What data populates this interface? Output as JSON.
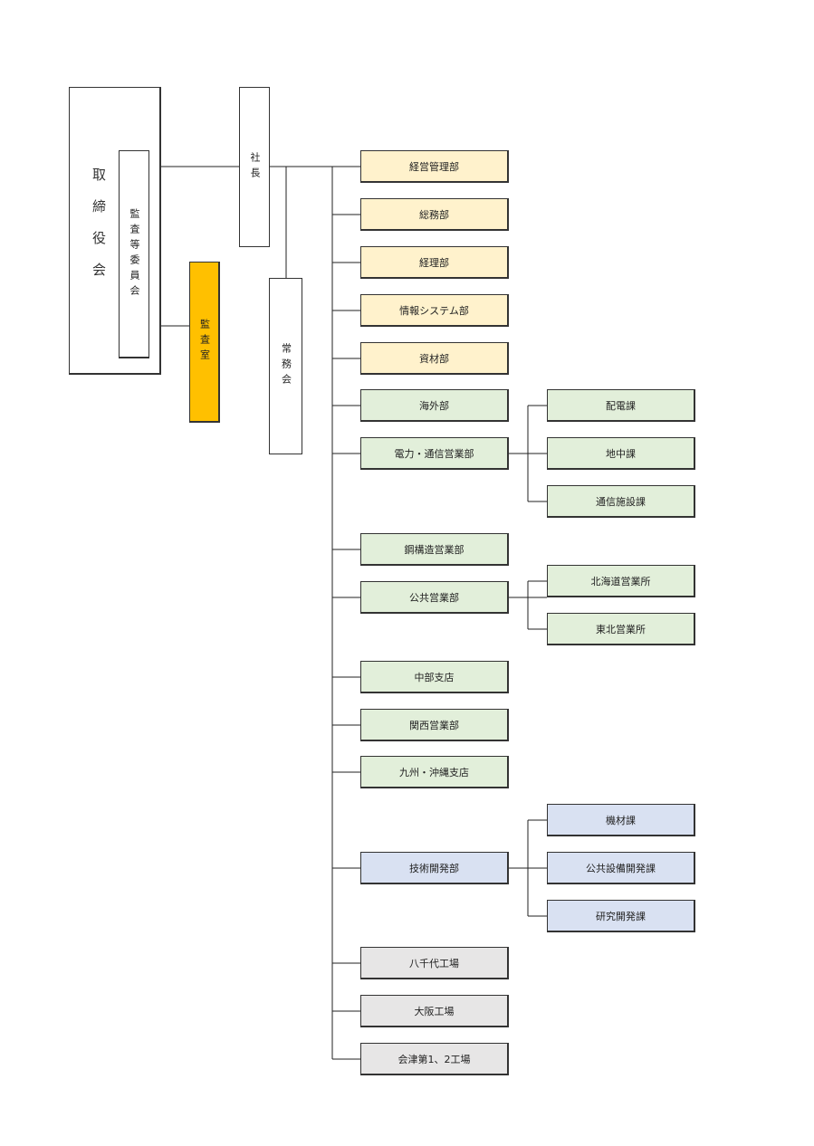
{
  "colors": {
    "management": "#fff2cc",
    "sales": "#e2efda",
    "engineering": "#d9e1f2",
    "factory": "#e7e6e6",
    "audit_office": "#ffc000",
    "white": "#ffffff",
    "line": "#222222"
  },
  "board": {
    "label": "取締役会"
  },
  "audit_committee": {
    "label": "監査等委員会"
  },
  "audit_office": {
    "label": "監査室"
  },
  "president": {
    "label": "社長"
  },
  "executive_committee": {
    "label": "常務会"
  },
  "departments": [
    {
      "id": "keiei",
      "label": "経営管理部",
      "group": "management"
    },
    {
      "id": "somu",
      "label": "総務部",
      "group": "management"
    },
    {
      "id": "keiri",
      "label": "経理部",
      "group": "management"
    },
    {
      "id": "joho",
      "label": "情報システム部",
      "group": "management"
    },
    {
      "id": "shizai",
      "label": "資材部",
      "group": "management"
    },
    {
      "id": "kaigai",
      "label": "海外部",
      "group": "sales"
    },
    {
      "id": "denryoku",
      "label": "電力・通信営業部",
      "group": "sales"
    },
    {
      "id": "koukozo",
      "label": "鋼構造営業部",
      "group": "sales"
    },
    {
      "id": "kokyo",
      "label": "公共営業部",
      "group": "sales"
    },
    {
      "id": "chubu",
      "label": "中部支店",
      "group": "sales"
    },
    {
      "id": "kansai",
      "label": "関西営業部",
      "group": "sales"
    },
    {
      "id": "kyushu",
      "label": "九州・沖縄支店",
      "group": "sales"
    },
    {
      "id": "gijutsu",
      "label": "技術開発部",
      "group": "engineering"
    },
    {
      "id": "yachiyo",
      "label": "八千代工場",
      "group": "factory"
    },
    {
      "id": "osaka",
      "label": "大阪工場",
      "group": "factory"
    },
    {
      "id": "aizu",
      "label": "会津第1、2工場",
      "group": "factory"
    }
  ],
  "sections": {
    "denryoku": [
      {
        "label": "配電課"
      },
      {
        "label": "地中課"
      },
      {
        "label": "通信施設課"
      }
    ],
    "kokyo": [
      {
        "label": "北海道営業所"
      },
      {
        "label": "東北営業所"
      }
    ],
    "gijutsu": [
      {
        "label": "機材課"
      },
      {
        "label": "公共設備開発課"
      },
      {
        "label": "研究開発課"
      }
    ]
  }
}
